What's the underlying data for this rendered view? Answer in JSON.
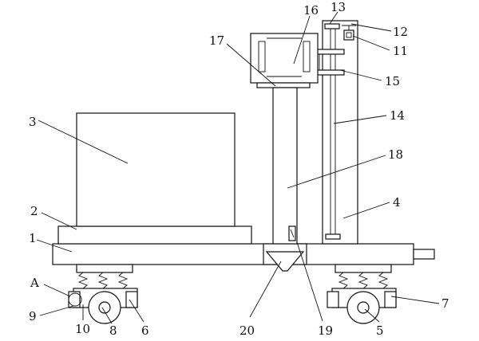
{
  "labels": {
    "l1": "1",
    "l2": "2",
    "l3": "3",
    "l4": "4",
    "l5": "5",
    "l6": "6",
    "l7": "7",
    "l8": "8",
    "l9": "9",
    "l10": "10",
    "l11": "11",
    "l12": "12",
    "l13": "13",
    "l14": "14",
    "l15": "15",
    "l16": "16",
    "l17": "17",
    "l18": "18",
    "l19": "19",
    "l20": "20",
    "lA": "A"
  }
}
